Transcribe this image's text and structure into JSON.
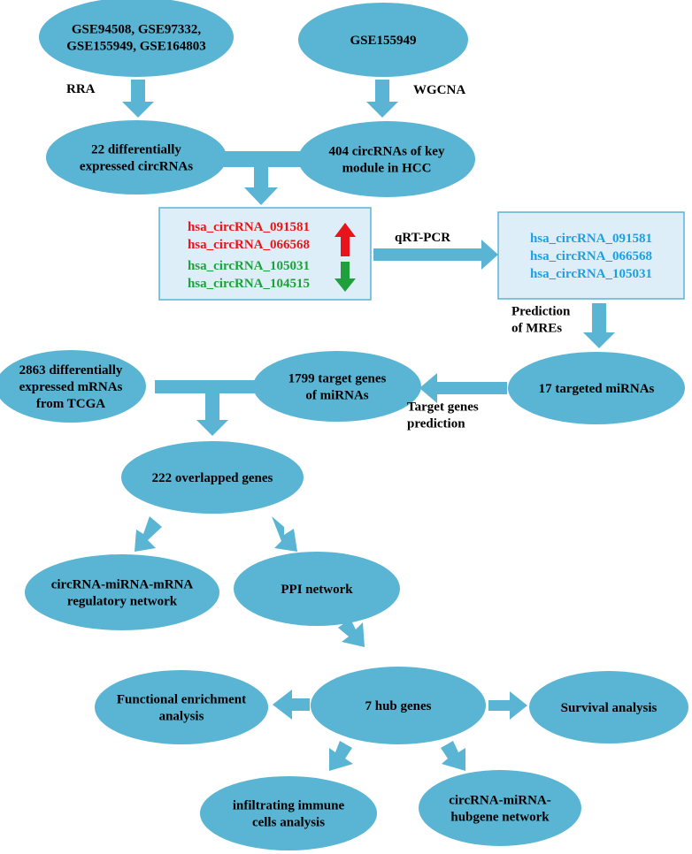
{
  "colors": {
    "node_fill": "#5ab4d3",
    "arrow": "#5ab4d3",
    "box_fill": "#deeef8",
    "box_stroke": "#5ab4d3",
    "up": "#e8141b",
    "down": "#1fa03c",
    "validated": "#1ba1e2"
  },
  "nodes": {
    "gse_list": [
      "GSE94508, GSE97332,",
      "GSE155949, GSE164803"
    ],
    "gse155949": [
      "GSE155949"
    ],
    "deg_circ": [
      "22 differentially",
      "expressed circRNAs"
    ],
    "key_module": [
      "404 circRNAs of key",
      "module in HCC"
    ],
    "mirnas": [
      "17 targeted miRNAs"
    ],
    "target_genes": [
      "1799 target genes",
      "of miRNAs"
    ],
    "tcga": [
      "2863 differentially",
      "expressed mRNAs",
      "from TCGA"
    ],
    "overlap": [
      "222 overlapped genes"
    ],
    "ceRNA": [
      "circRNA-miRNA-mRNA",
      "regulatory network"
    ],
    "ppi": [
      "PPI network"
    ],
    "hub": [
      "7 hub genes"
    ],
    "enrich": [
      "Functional enrichment",
      "analysis"
    ],
    "survival": [
      "Survival analysis"
    ],
    "immune": [
      "infiltrating immune",
      "cells analysis"
    ],
    "hubnet": [
      "circRNA-miRNA-",
      "hubgene network"
    ]
  },
  "boxes": {
    "candidates": {
      "up": [
        "hsa_circRNA_091581",
        "hsa_circRNA_066568"
      ],
      "down": [
        "hsa_circRNA_105031",
        "hsa_circRNA_104515"
      ],
      "up_icon": "arrow-up-icon",
      "down_icon": "arrow-down-icon"
    },
    "validated": [
      "hsa_circRNA_091581",
      "hsa_circRNA_066568",
      "hsa_circRNA_105031"
    ]
  },
  "edge_labels": {
    "rra": [
      "RRA"
    ],
    "wgcna": [
      "WGCNA"
    ],
    "qrtpcr": [
      "qRT-PCR"
    ],
    "mre": [
      "Prediction",
      "of MREs"
    ],
    "target_pred": [
      "Target genes",
      "prediction"
    ]
  }
}
